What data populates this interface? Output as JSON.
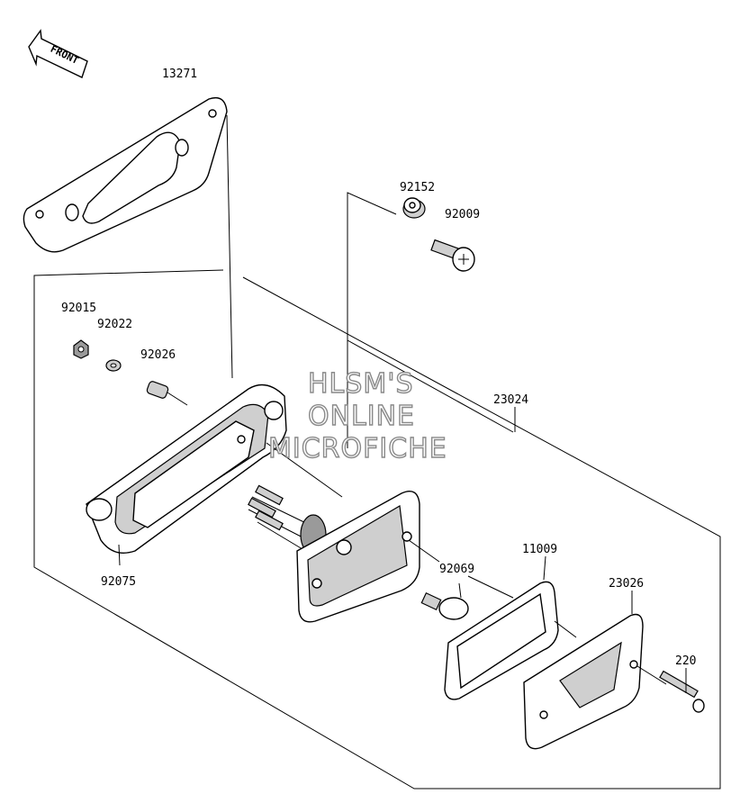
{
  "front_arrow": {
    "text": "FRONT"
  },
  "watermark": {
    "lines": [
      "HLSM'S",
      "ONLINE",
      "MICROFICHE"
    ]
  },
  "parts": [
    {
      "id": "13271"
    },
    {
      "id": "92152"
    },
    {
      "id": "92009"
    },
    {
      "id": "92015"
    },
    {
      "id": "92022"
    },
    {
      "id": "92026"
    },
    {
      "id": "23024"
    },
    {
      "id": "92075"
    },
    {
      "id": "92069"
    },
    {
      "id": "11009"
    },
    {
      "id": "23026"
    },
    {
      "id": "220"
    }
  ]
}
